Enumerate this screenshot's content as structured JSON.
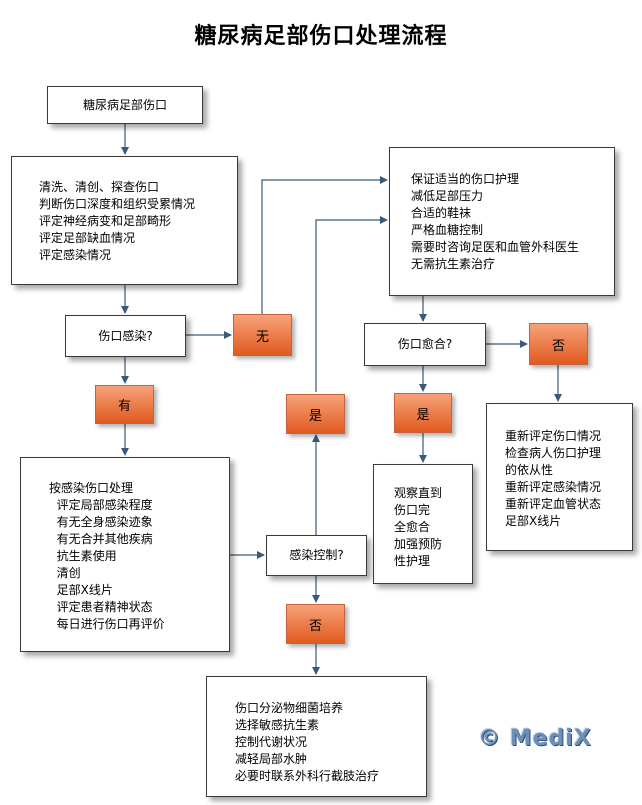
{
  "title": "糖尿病足部伤口处理流程",
  "nodes": {
    "start": [
      "糖尿病足部伤口"
    ],
    "assess": [
      "清洗、清创、探查伤口",
      "判断伤口深度和组织受累情况",
      "评定神经病变和足部畸形",
      "评定足部缺血情况",
      "评定感染情况"
    ],
    "infection_q": [
      "伤口感染?"
    ],
    "care": [
      "保证适当的伤口护理",
      "减低足部压力",
      "合适的鞋袜",
      "严格血糖控制",
      "需要时咨询足医和血管外科医生",
      "无需抗生素治疗"
    ],
    "healed_q": [
      "伤口愈合?"
    ],
    "reassess": [
      "重新评定伤口情况",
      "检查病人伤口护理",
      "的依从性",
      "重新评定感染情况",
      "重新评定血管状态",
      "足部X线片"
    ],
    "observe": [
      "观察直到",
      "伤口完",
      "全愈合",
      "加强预防",
      "性护理"
    ],
    "infected_treat": [
      "按感染伤口处理",
      "  评定局部感染程度",
      "  有无全身感染迹象",
      "  有无合并其他疾病",
      "  抗生素使用",
      "  清创",
      "  足部X线片",
      "  评定患者精神状态",
      "  每日进行伤口再评价"
    ],
    "control_q": [
      "感染控制?"
    ],
    "uncontrolled": [
      "伤口分泌物细菌培养",
      "选择敏感抗生素",
      "控制代谢状况",
      "减轻局部水肿",
      "必要时联系外科行截肢治疗"
    ]
  },
  "labels": {
    "no_infection": "无",
    "yes_infection": "有",
    "controlled_yes": "是",
    "controlled_no": "否",
    "healed_yes": "是",
    "healed_no": "否"
  },
  "watermark": "© MediX"
}
